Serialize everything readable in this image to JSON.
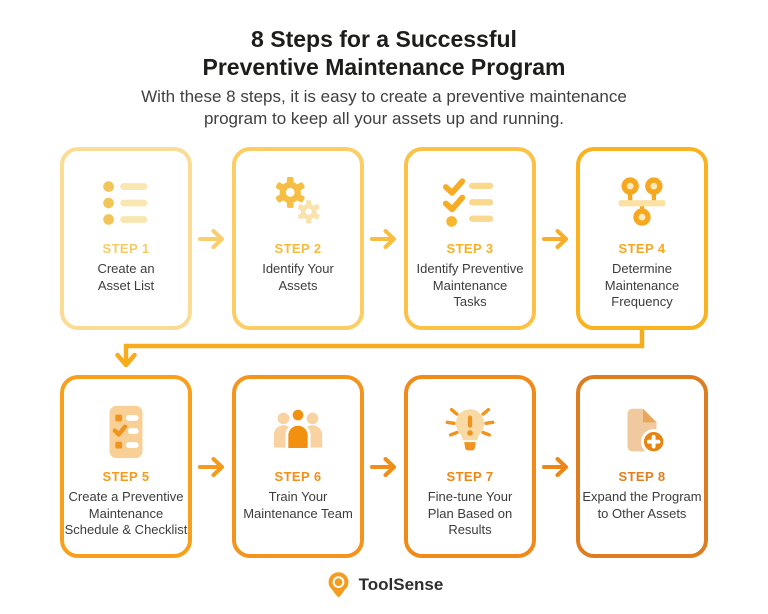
{
  "header": {
    "title_line1": "8 Steps for a Successful",
    "title_line2": "Preventive Maintenance Program",
    "subtitle": "With these 8 steps, it is easy to create a preventive maintenance\nprogram to keep all your assets up and running."
  },
  "steps": [
    {
      "id": "STEP 1",
      "label": "Create an\nAsset List",
      "icon": "bullet-list-icon",
      "border_color": "#FBDC95",
      "step_color": "#F3CB64"
    },
    {
      "id": "STEP 2",
      "label": "Identify Your\nAssets",
      "icon": "gears-icon",
      "border_color": "#FBCD64",
      "step_color": "#F6BB39"
    },
    {
      "id": "STEP 3",
      "label": "Identify Preventive\nMaintenance\nTasks",
      "icon": "checklist-icon",
      "border_color": "#FBC247",
      "step_color": "#F6B126"
    },
    {
      "id": "STEP 4",
      "label": "Determine\nMaintenance\nFrequency",
      "icon": "balance-icon",
      "border_color": "#FAB21E",
      "step_color": "#F5A722"
    },
    {
      "id": "STEP 5",
      "label": "Create a Preventive\nMaintenance\nSchedule & Checklist",
      "icon": "clipboard-checklist-icon",
      "border_color": "#F8A01C",
      "step_color": "#F49B1D"
    },
    {
      "id": "STEP 6",
      "label": "Train Your\nMaintenance Team",
      "icon": "team-icon",
      "border_color": "#F5941C",
      "step_color": "#F28F1B"
    },
    {
      "id": "STEP 7",
      "label": "Fine-tune Your\nPlan Based on\nResults",
      "icon": "lightbulb-icon",
      "border_color": "#F18A18",
      "step_color": "#EE8614"
    },
    {
      "id": "STEP 8",
      "label": "Expand the Program\nto Other Assets",
      "icon": "document-plus-icon",
      "border_color": "#DE7D20",
      "step_color": "#E07E1E"
    }
  ],
  "arrows": {
    "row1": [
      "#F9CE6E",
      "#F9BD42",
      "#F8AE28"
    ],
    "connector": "#F7AC1E",
    "row2": [
      "#F49A1D",
      "#F08E18",
      "#ED8614"
    ]
  },
  "footer": {
    "brand": "ToolSense",
    "brand_color": "#F59C1F"
  }
}
